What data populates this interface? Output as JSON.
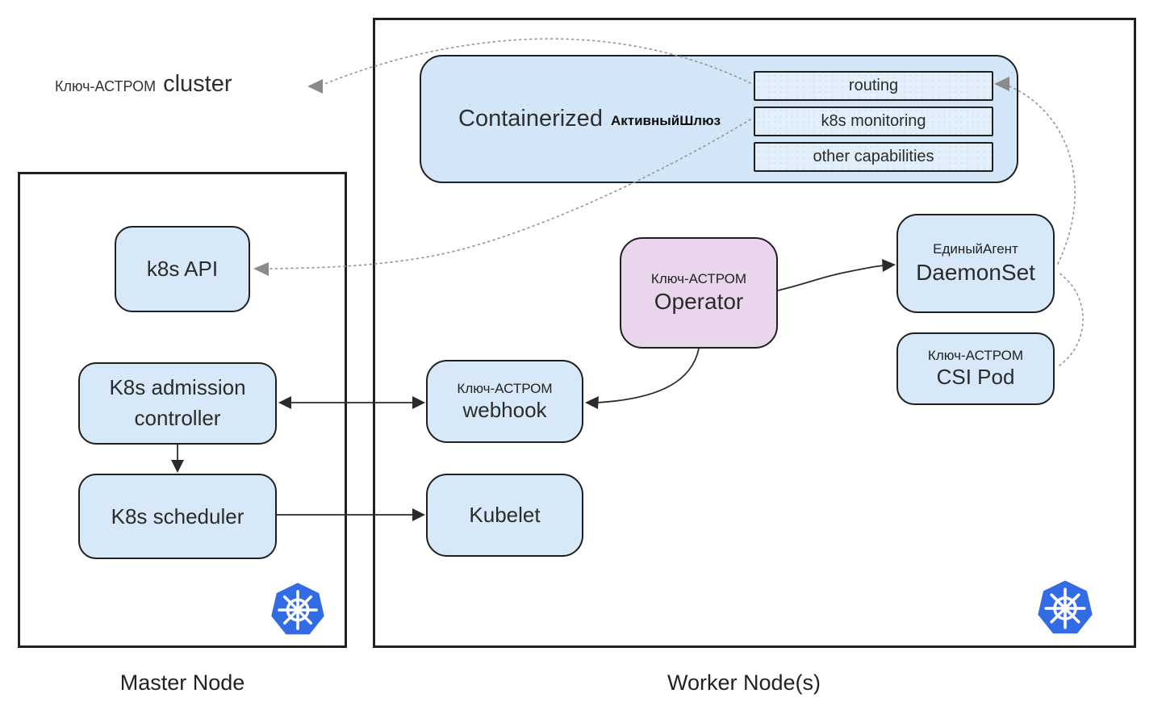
{
  "colors": {
    "node_blue": "#d7e9f9",
    "capability_blue": "#e3f0fc",
    "operator_pink": "#e9d6ec",
    "border": "#1f1f1f",
    "kubernetes_blue": "#326ce5",
    "dotted_gray": "#9a9a9a",
    "arrow_black": "#2b2b2b"
  },
  "cluster_label": {
    "small": "Ключ-АСТРОМ",
    "big": "cluster"
  },
  "containerized_gateway": {
    "title": "Containerized",
    "subtitle": "АктивныйШлюз",
    "capabilities": [
      "routing",
      "k8s monitoring",
      "other capabilities"
    ]
  },
  "master_node": {
    "caption": "Master Node",
    "k8s_api": {
      "label": "k8s API"
    },
    "admission_controller": {
      "label": "K8s admission controller"
    },
    "scheduler": {
      "label": "K8s scheduler"
    }
  },
  "worker_node": {
    "caption": "Worker Node(s)",
    "webhook": {
      "small": "Ключ-АСТРОМ",
      "label": "webhook"
    },
    "kubelet": {
      "label": "Kubelet"
    },
    "operator": {
      "small": "Ключ-АСТРОМ",
      "label": "Operator"
    },
    "daemonset": {
      "small": "ЕдиныйАгент",
      "label": "DaemonSet"
    },
    "csi_pod": {
      "small": "Ключ-АСТРОМ",
      "label": "CSI Pod"
    }
  }
}
